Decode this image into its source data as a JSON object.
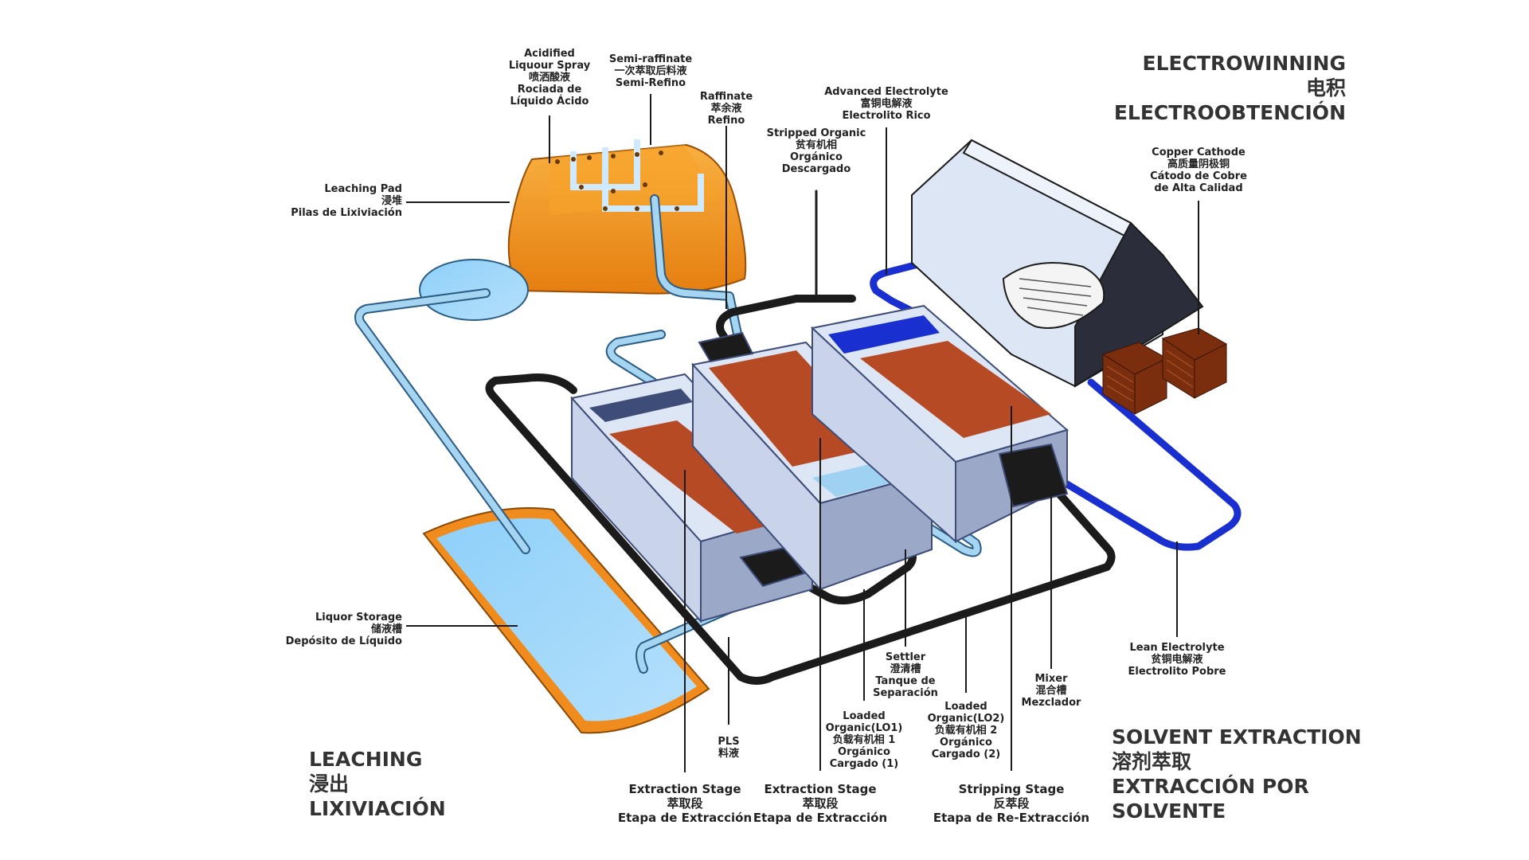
{
  "sections": {
    "leaching": [
      "LEACHING",
      "浸出",
      "LIXIVIACIÓN"
    ],
    "electrowinning": [
      "ELECTROWINNING",
      "电积",
      "ELECTROOBTENCIÓN"
    ],
    "solvent_extraction": [
      "SOLVENT EXTRACTION",
      "溶剂萃取",
      "EXTRACCIÓN POR",
      "SOLVENTE"
    ]
  },
  "labels": {
    "acidified": [
      "Acidified",
      "Liquour Spray",
      "喷洒酸液",
      "Rociada de",
      "Líquido Ácido"
    ],
    "semi_raffinate": [
      "Semi-raffinate",
      "一次萃取后料液",
      "Semi-Refino"
    ],
    "raffinate": [
      "Raffinate",
      "萃余液",
      "Refino"
    ],
    "stripped_organic": [
      "Stripped Organic",
      "贫有机相",
      "Orgánico",
      "Descargado"
    ],
    "advanced_electrolyte": [
      "Advanced Electrolyte",
      "富铜电解液",
      "Electrolito Rico"
    ],
    "copper_cathode": [
      "Copper Cathode",
      "高质量阴极铜",
      "Cátodo de Cobre",
      "de Alta Calidad"
    ],
    "leaching_pad": [
      "Leaching Pad",
      "浸堆",
      "Pilas de Lixiviación"
    ],
    "liquor_storage": [
      "Liquor Storage",
      "储液槽",
      "Depósito de Líquido"
    ],
    "lean_electrolyte": [
      "Lean Electrolyte",
      "贫铜电解液",
      "Electrolito Pobre"
    ],
    "settler": [
      "Settler",
      "澄清槽",
      "Tanque de",
      "Separación"
    ],
    "mixer": [
      "Mixer",
      "混合槽",
      "Mezclador"
    ],
    "loaded_organic_1": [
      "Loaded",
      "Organic(LO1)",
      "负载有机相 1",
      "Orgánico",
      "Cargado (1)"
    ],
    "loaded_organic_2": [
      "Loaded",
      "Organic(LO2)",
      "负载有机相 2",
      "Orgánico",
      "Cargado (2)"
    ],
    "pls": [
      "PLS",
      "料液"
    ],
    "extraction_stage_1": [
      "Extraction Stage",
      "萃取段",
      "Etapa de Extracción"
    ],
    "extraction_stage_2": [
      "Extraction Stage",
      "萃取段",
      "Etapa de Extracción"
    ],
    "stripping_stage": [
      "Stripping Stage",
      "反萃段",
      "Etapa de Re-Extracción"
    ]
  },
  "colors": {
    "heap": "#f08c1e",
    "solution_light": "#9fd2f2",
    "organic_black": "#1b1b1b",
    "electrolyte_blue": "#1a2fd0",
    "organic_phase": "#b54a24",
    "tank_wall": "#dde6f5",
    "tank_dark": "#3e4c78"
  }
}
